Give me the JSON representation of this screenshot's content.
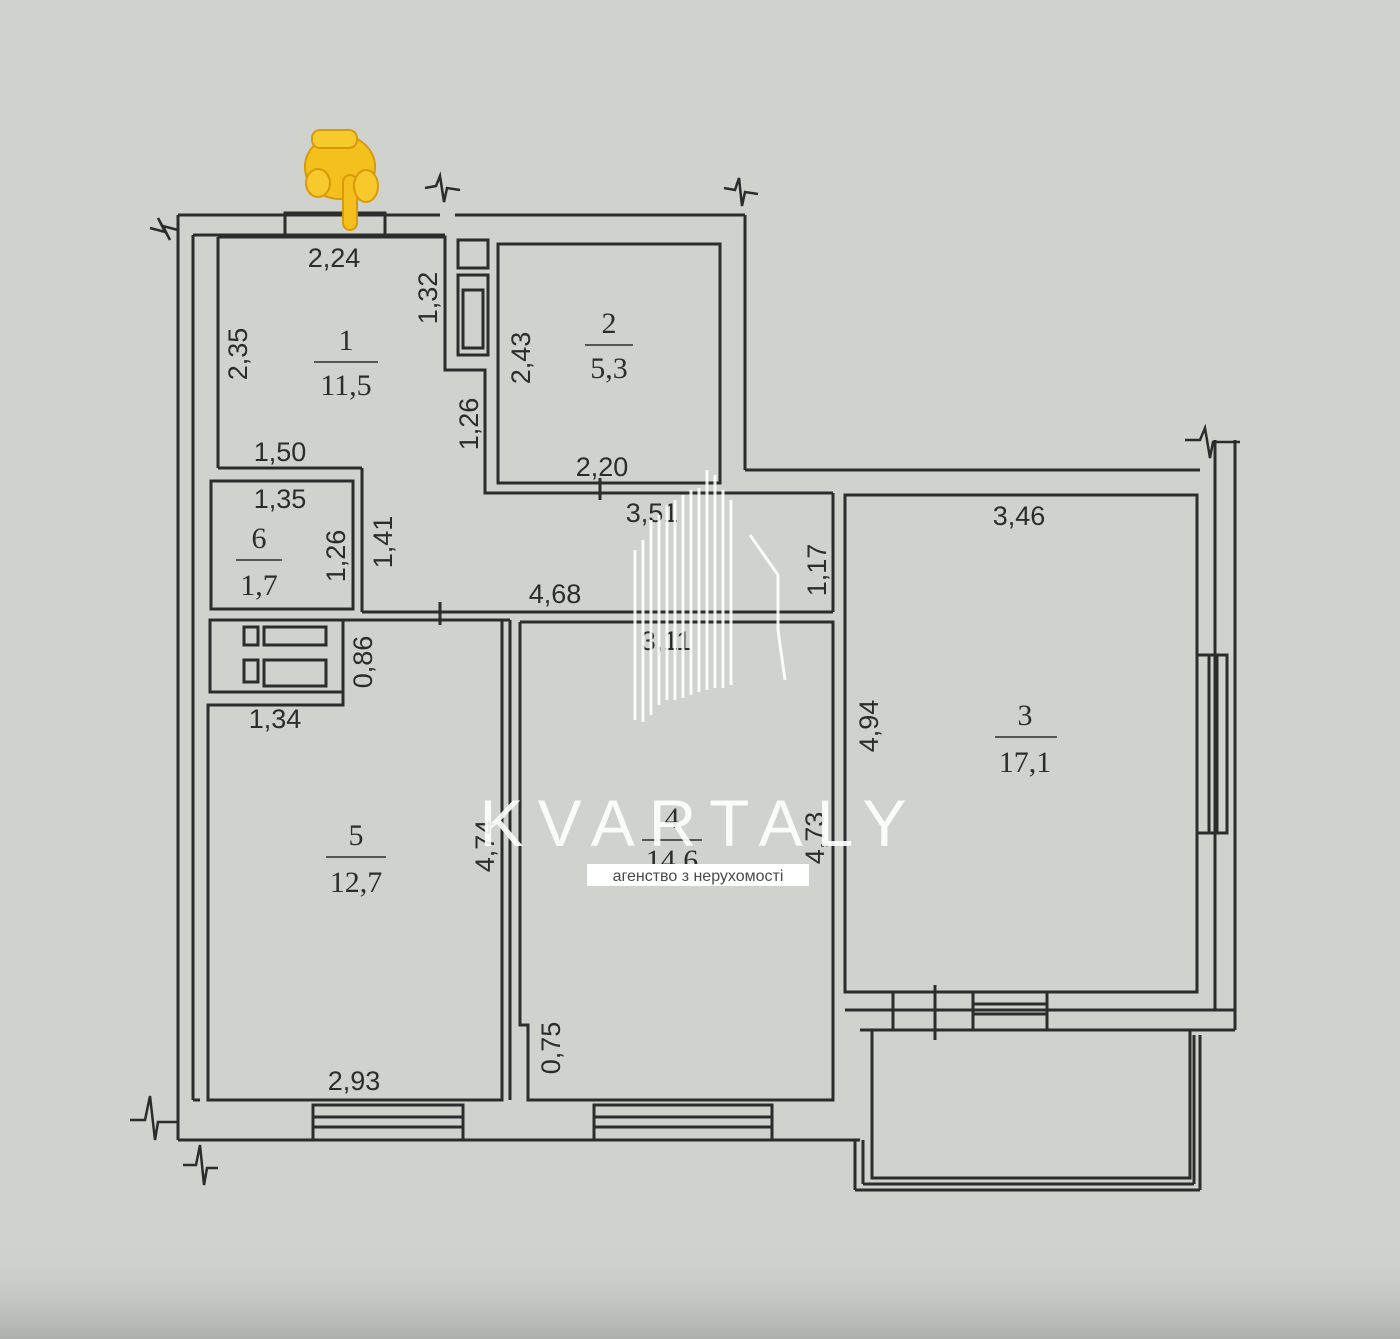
{
  "rooms": [
    {
      "id": "1",
      "number": "1",
      "area": "11,5"
    },
    {
      "id": "2",
      "number": "2",
      "area": "5,3"
    },
    {
      "id": "3",
      "number": "3",
      "area": "17,1"
    },
    {
      "id": "4",
      "number": "4",
      "area": "14,6"
    },
    {
      "id": "5",
      "number": "5",
      "area": "12,7"
    },
    {
      "id": "6",
      "number": "6",
      "area": "1,7"
    }
  ],
  "dimensions": {
    "d_2_24": "2,24",
    "d_1_32": "1,32",
    "d_2_35": "2,35",
    "d_2_43": "2,43",
    "d_1_26_corr": "1,26",
    "d_1_50": "1,50",
    "d_2_20": "2,20",
    "d_1_35": "1,35",
    "d_3_51": "3,51",
    "d_3_46": "3,46",
    "d_1_26_wc": "1,26",
    "d_1_41": "1,41",
    "d_1_17": "1,17",
    "d_4_68": "4,68",
    "d_3_11": "3,11",
    "d_0_86": "0,86",
    "d_1_34": "1,34",
    "d_4_94": "4,94",
    "d_4_74": "4,74",
    "d_4_73": "4,73",
    "d_0_75": "0,75",
    "d_2_93": "2,93"
  },
  "watermark": {
    "brand": "KVARTALY",
    "tagline": "агенство з нерухомості"
  },
  "icons": {
    "pointer": "pointing-hand-down-icon"
  },
  "colors": {
    "paper": "#cfd2cd",
    "ink": "#2b2d2c",
    "pointer": "#f4c01e"
  }
}
